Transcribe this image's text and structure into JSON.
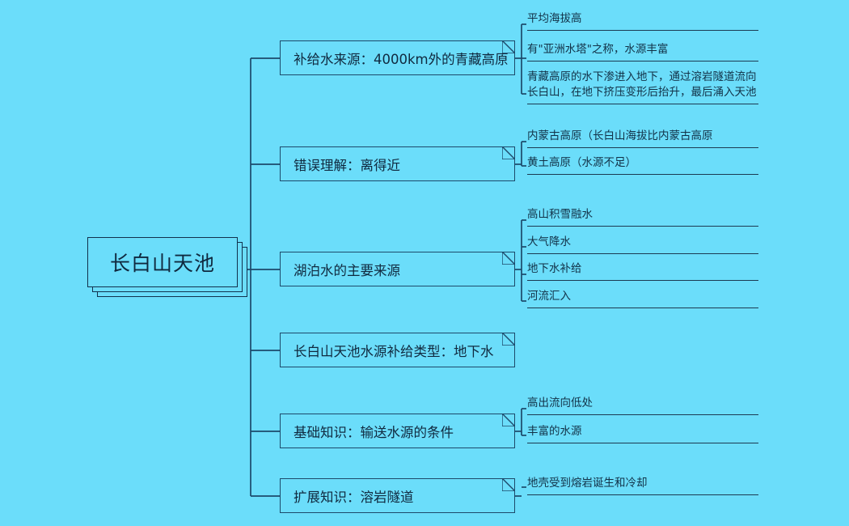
{
  "diagram": {
    "type": "mind-map",
    "title": "长白山天池",
    "colors": {
      "background": "#6bddfa",
      "node_border": "#1d4a6b",
      "text": "#10293f",
      "leaf_underline": "#1c3a52"
    },
    "root": {
      "label": "长白山天池"
    },
    "branches": [
      {
        "label": "补给水来源：4000km外的青藏高原",
        "children": [
          {
            "label": "平均海拔高"
          },
          {
            "label": "有\"亚洲水塔\"之称，水源丰富"
          },
          {
            "label": "青藏高原的水下渗进入地下，通过溶岩隧道流向\n长白山，在地下挤压变形后抬升，最后涌入天池"
          }
        ]
      },
      {
        "label": "错误理解：离得近",
        "children": [
          {
            "label": "内蒙古高原（长白山海拔比内蒙古高原"
          },
          {
            "label": "黄土高原（水源不足）"
          }
        ]
      },
      {
        "label": "湖泊水的主要来源",
        "children": [
          {
            "label": "高山积雪融水"
          },
          {
            "label": "大气降水"
          },
          {
            "label": "地下水补给"
          },
          {
            "label": "河流汇入"
          }
        ]
      },
      {
        "label": "长白山天池水源补给类型：地下水",
        "children": []
      },
      {
        "label": "基础知识：输送水源的条件",
        "children": [
          {
            "label": "高出流向低处"
          },
          {
            "label": "丰富的水源"
          }
        ]
      },
      {
        "label": "扩展知识：溶岩隧道",
        "children": [
          {
            "label": "地壳受到熔岩诞生和冷却"
          }
        ]
      }
    ]
  }
}
